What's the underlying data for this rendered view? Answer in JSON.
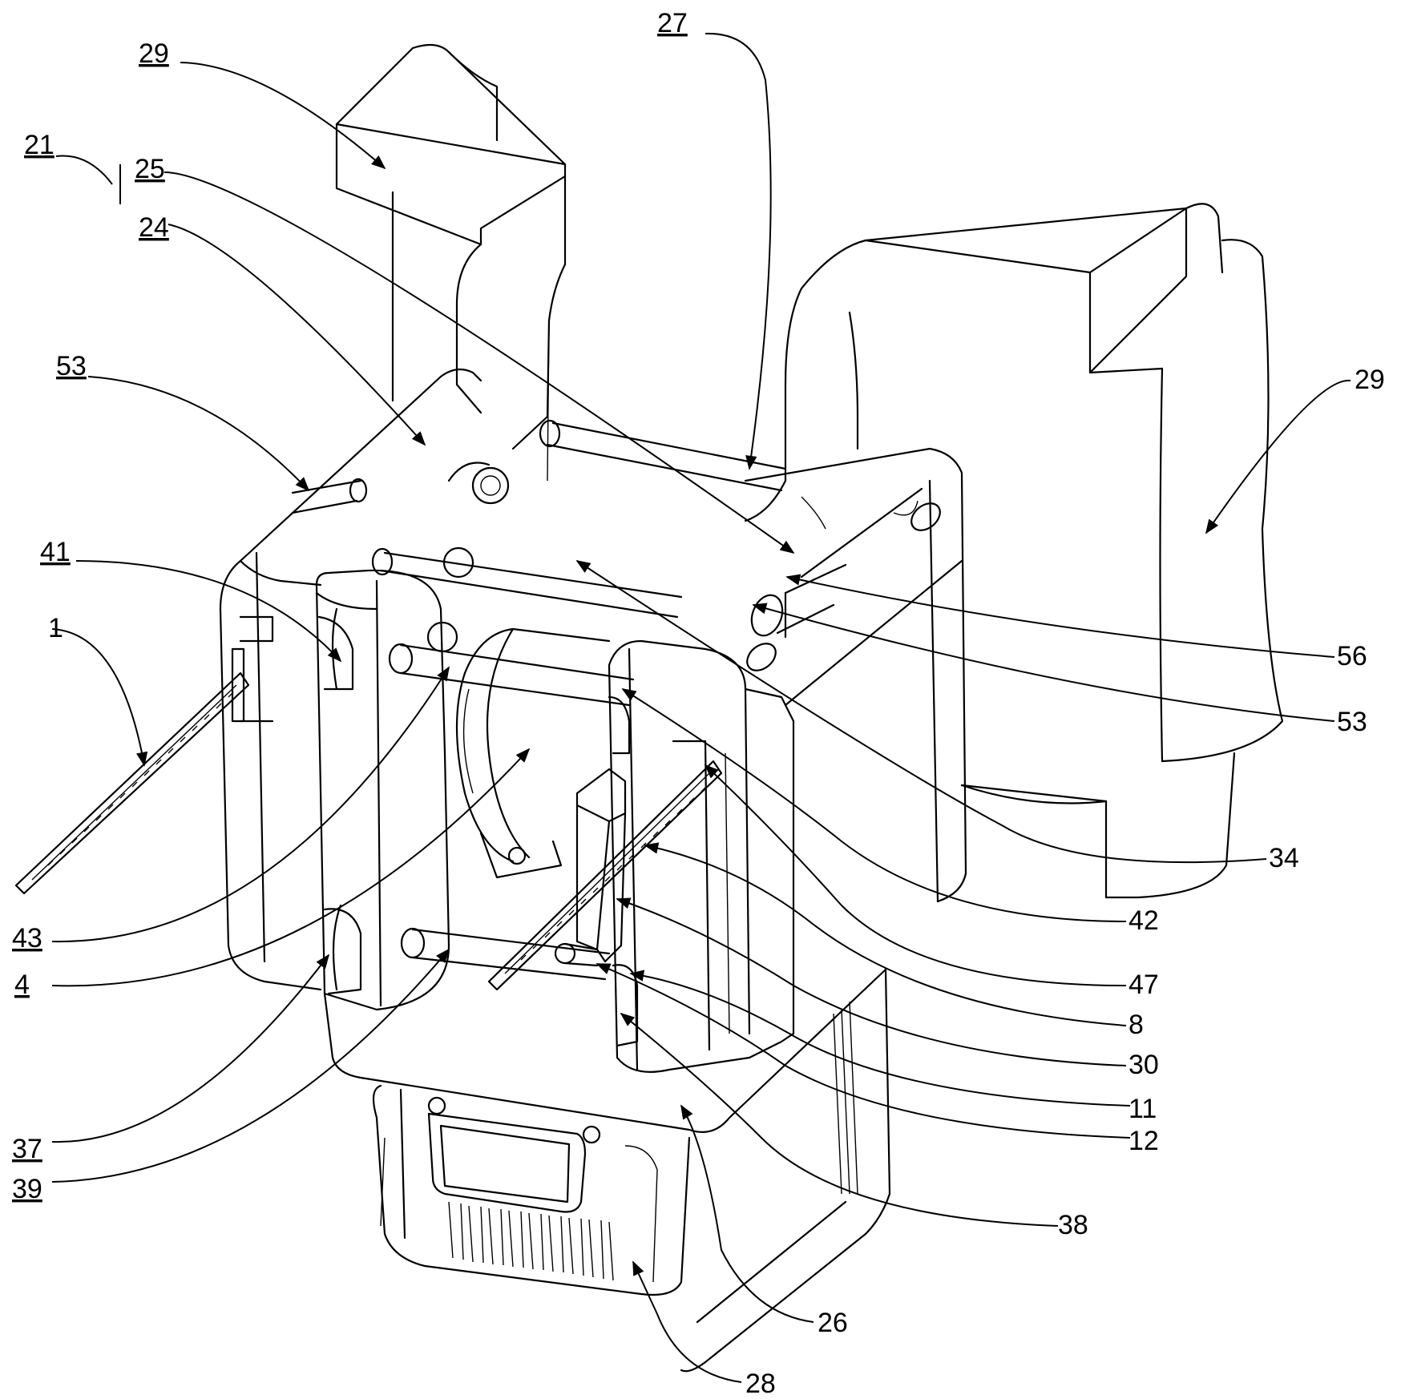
{
  "figure": {
    "type": "patent-mechanical-drawing",
    "labels": [
      "21",
      "25",
      "24",
      "29",
      "27",
      "53",
      "41",
      "1",
      "43",
      "4",
      "37",
      "39",
      "56",
      "34",
      "42",
      "47",
      "8",
      "30",
      "11",
      "12",
      "38",
      "26",
      "28"
    ]
  },
  "callouts": {
    "l29a": "29",
    "l21": "21",
    "l25": "25",
    "l24": "24",
    "l27": "27",
    "l29b": "29",
    "l53a": "53",
    "l41": "41",
    "l1": "1",
    "l43": "43",
    "l4": "4",
    "l37": "37",
    "l39": "39",
    "l56": "56",
    "l53b": "53",
    "l34": "34",
    "l42": "42",
    "l47": "47",
    "l8": "8",
    "l30": "30",
    "l11": "11",
    "l12": "12",
    "l38": "38",
    "l26": "26",
    "l28": "28"
  }
}
